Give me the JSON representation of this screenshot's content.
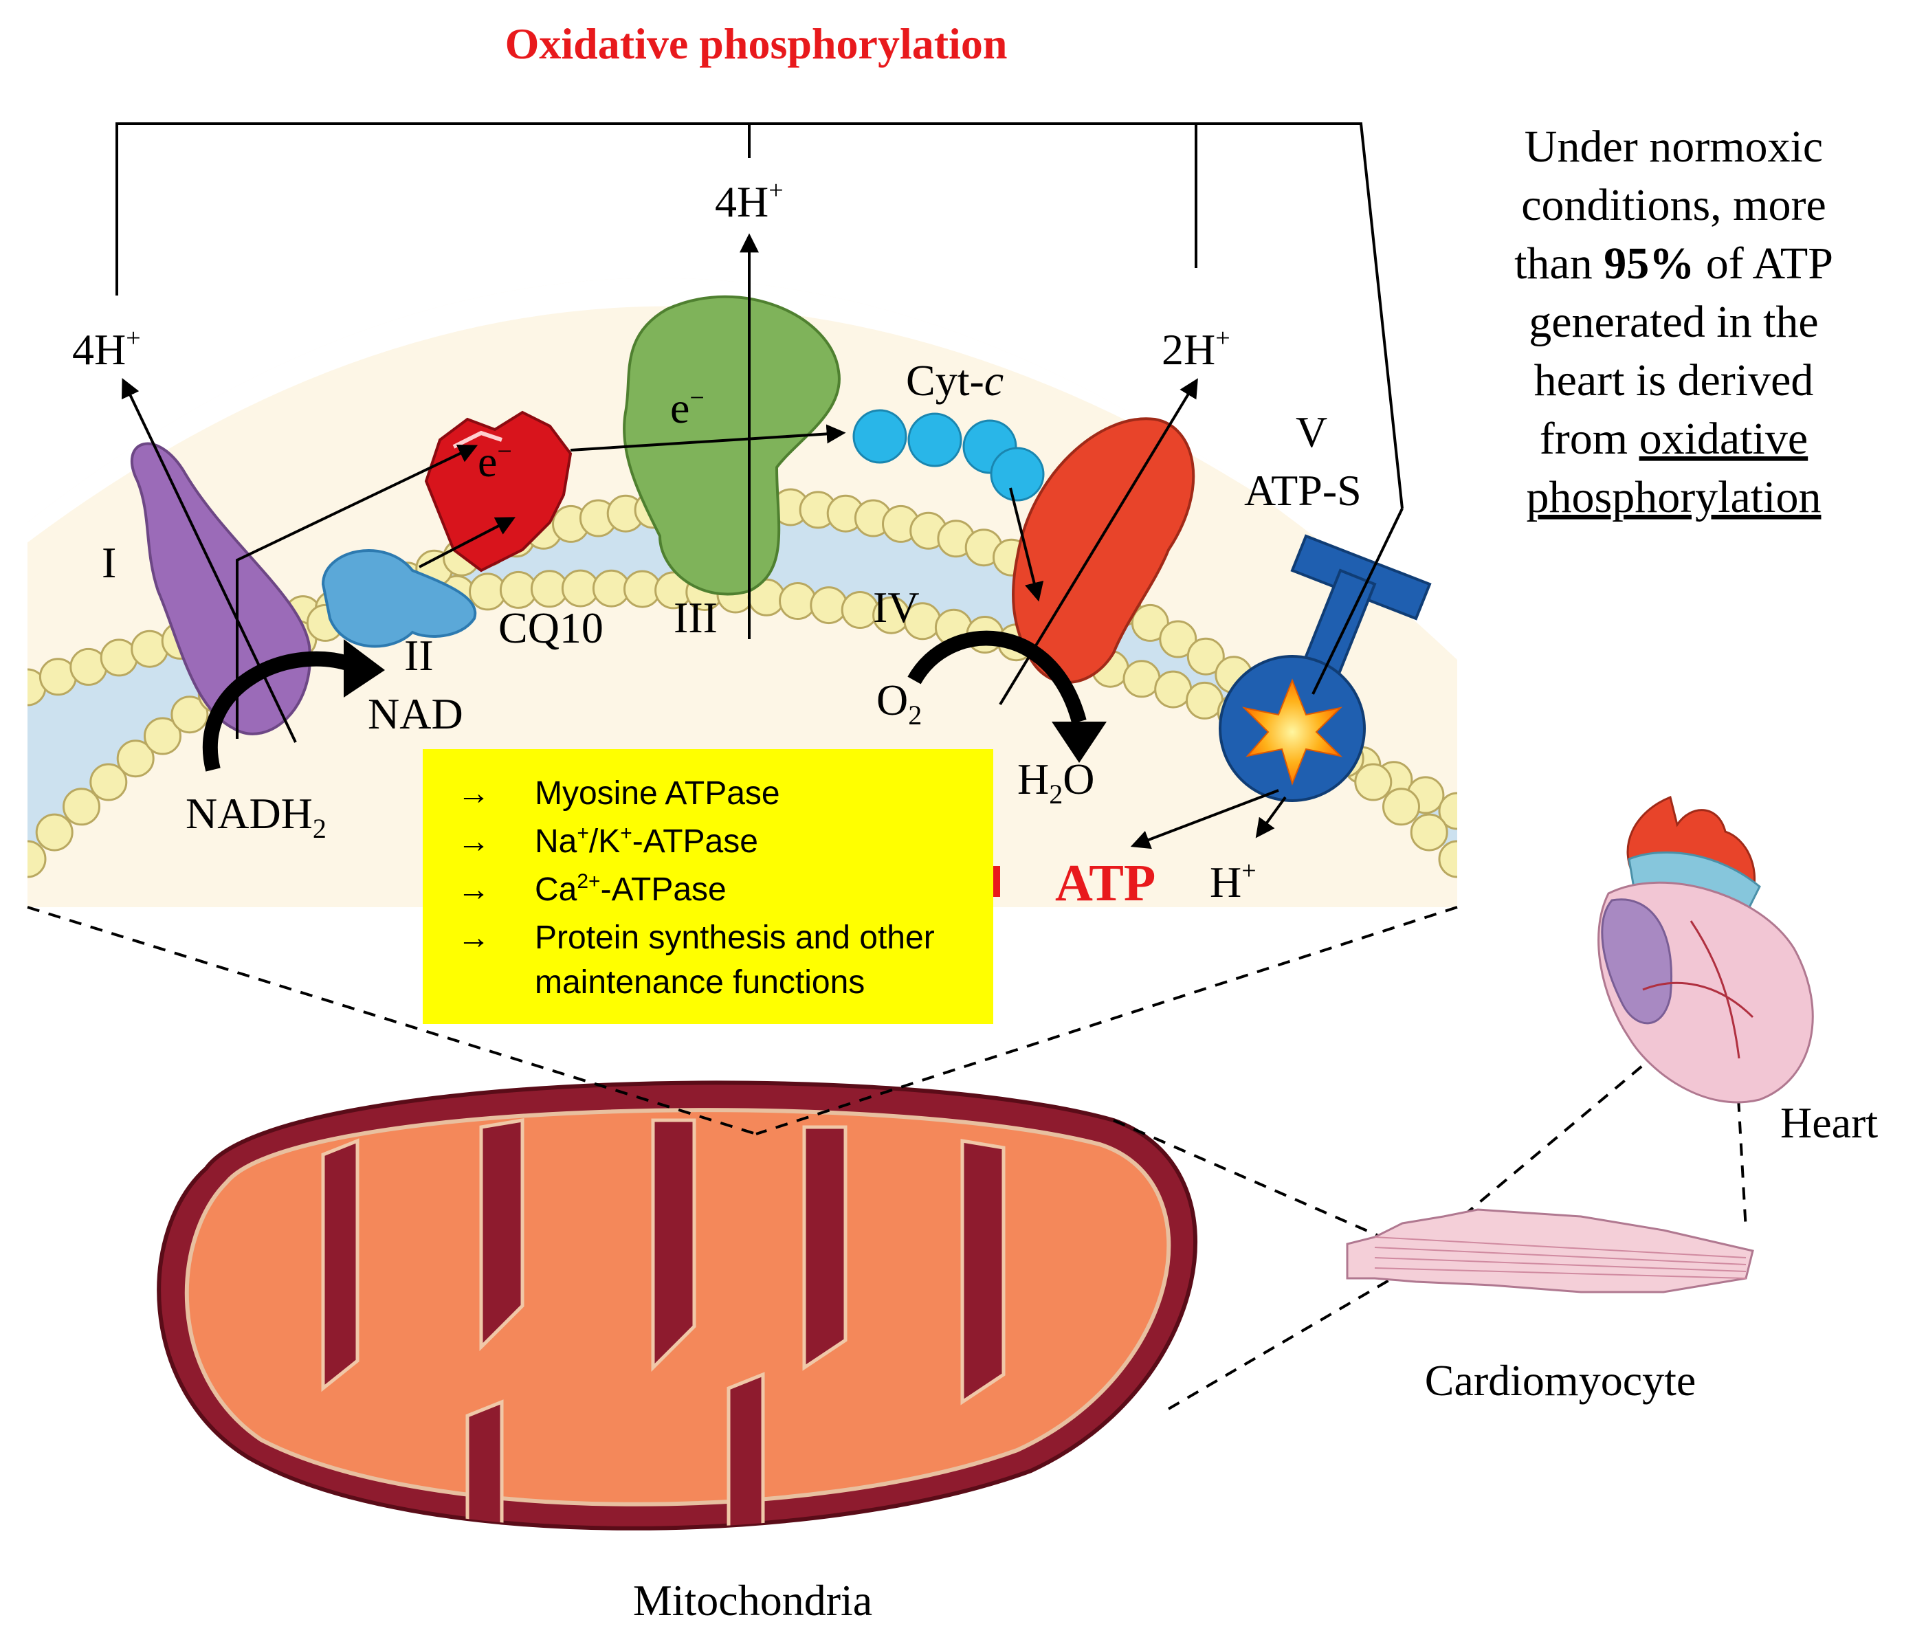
{
  "title": "Oxidative phosphorylation",
  "complexes": {
    "c1": "I",
    "c2": "II",
    "c3": "III",
    "c4": "IV",
    "c5": "V",
    "c5_name": "ATP-S",
    "cq10": "CQ10",
    "cytc": "Cyt-",
    "cytc_italic": "c"
  },
  "protons": {
    "left": "4H",
    "middle": "4H",
    "right": "2H",
    "out": "H",
    "sup": "+"
  },
  "electron": "e",
  "electron_sup": "−",
  "substrates": {
    "nadh": "NADH",
    "nadh_sub": "2",
    "nad": "NAD",
    "o2": "O",
    "o2_sub": "2",
    "h2o_h": "H",
    "h2o_sub": "2",
    "h2o_o": "O",
    "atp": "ATP"
  },
  "atp_uses": {
    "arrow": "→",
    "item1": "Myosine ATPase",
    "item2_a": "Na",
    "item2_sup1": "+",
    "item2_b": "/K",
    "item2_sup2": "+",
    "item2_c": "-ATPase",
    "item3_a": "Ca",
    "item3_sup": "2+",
    "item3_b": "-ATPase",
    "item4_line1": "Protein synthesis and other",
    "item4_line2": "maintenance functions"
  },
  "side_note": {
    "line1": "Under normoxic",
    "line2": "conditions, more",
    "line3_a": "than",
    "line3_bold": "95%",
    "line3_b": "of ATP",
    "line4": "generated in the",
    "line5": "heart is derived",
    "line6_a": "from",
    "line6_u": "oxidative",
    "line7_u": "phosphorylation"
  },
  "labels": {
    "heart": "Heart",
    "cardiomyocyte": "Cardiomyocyte",
    "mitochondria": "Mitochondria"
  },
  "colors": {
    "title_red": "#e8191c",
    "atp_red": "#e8191c",
    "highlight_yellow": "#ffff00",
    "complex_I": "#9b6bb8",
    "complex_II": "#5ba8d8",
    "cq10": "#d8141c",
    "complex_III": "#7fb35a",
    "cyt_c": "#29b6e8",
    "complex_IV": "#e8442a",
    "complex_V": "#1f5fb0",
    "mito_outer": "#8e1b2e",
    "mito_inner": "#f4885a",
    "membrane_head": "#f6efb0",
    "matrix": "#fdf6e6"
  }
}
